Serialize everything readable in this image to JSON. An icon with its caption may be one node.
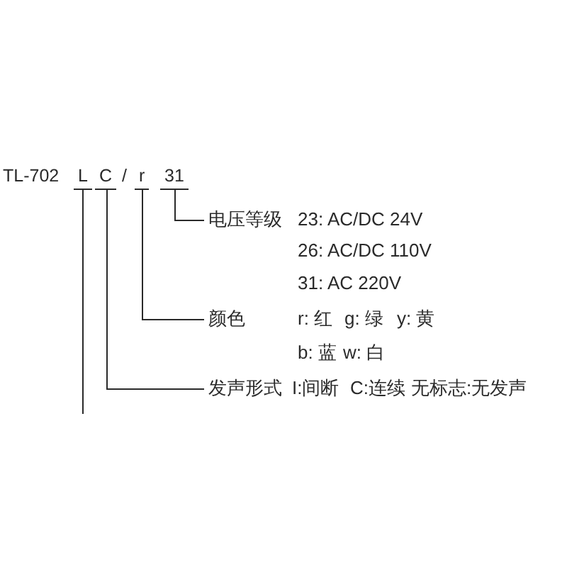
{
  "diagram": {
    "nodes": [
      {
        "text": [
          "L"
        ]
      },
      {
        "text": [
          "C"
        ]
      },
      {
        "text": [
          "r"
        ]
      },
      {
        "text": [
          "31"
        ]
      },
      {
        "text": [
          "电压等级"
        ],
        "beside": [
          "23: AC/DC 24V",
          "26: AC/DC 110V",
          "31: AC 220V"
        ]
      },
      {
        "text": [
          "颜色"
        ],
        "beside": [
          "r: 红",
          "g: 绿",
          "y: 黄",
          "b: 蓝",
          "w: 白"
        ]
      },
      {
        "text": [
          "发声形式"
        ],
        "beside": [
          "I:间断",
          "C:连续",
          "无标志:无发声"
        ]
      }
    ],
    "edges": [
      {
        "from": 3,
        "to": 4,
        "arrow": "none"
      },
      {
        "from": 2,
        "to": 5,
        "arrow": "none"
      },
      {
        "from": 1,
        "to": 6,
        "arrow": "none"
      },
      {
        "from": 0,
        "to": null,
        "arrow": "none"
      }
    ],
    "labels": [
      "TL-702",
      "/"
    ]
  }
}
